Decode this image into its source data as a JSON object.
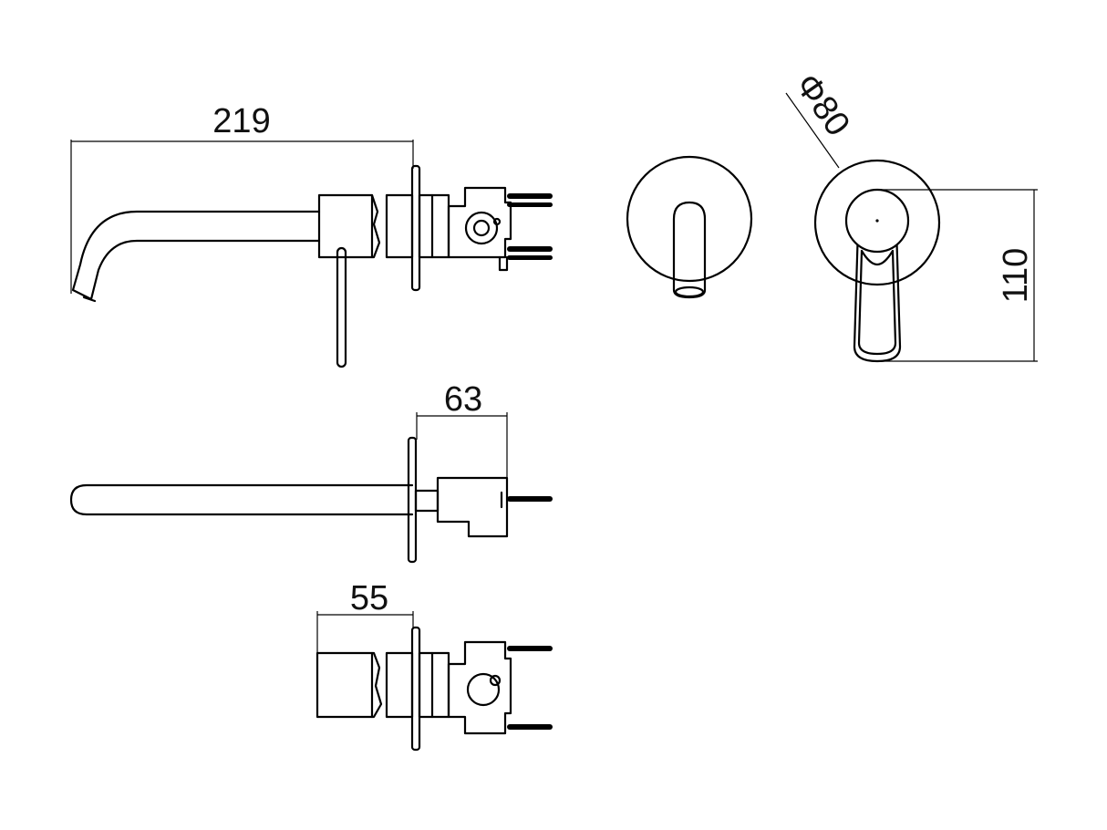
{
  "dimensions": {
    "spout_projection": "219",
    "rosette_diameter": "Φ80",
    "handle_height": "110",
    "wall_depth": "63",
    "body_depth": "55"
  }
}
